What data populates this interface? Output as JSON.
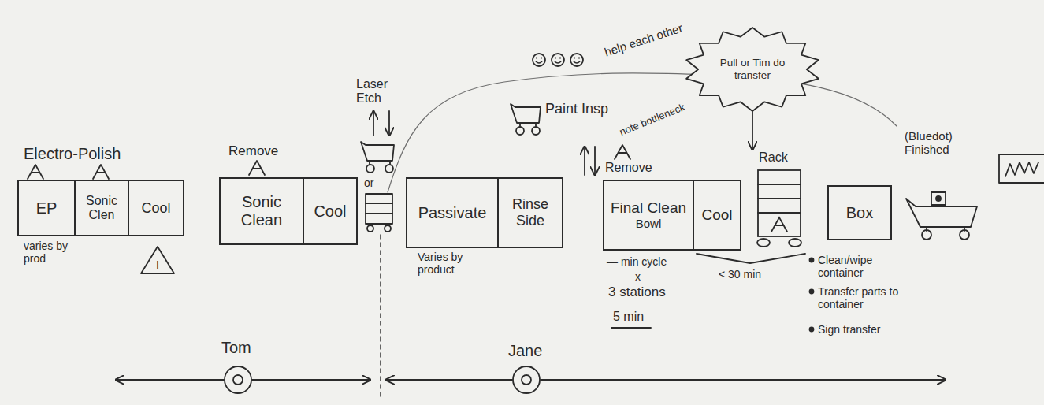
{
  "diagram": {
    "nodes": [
      {
        "text": [
          "EP"
        ]
      },
      {
        "text": [
          "Sonic Clen"
        ]
      },
      {
        "text": [
          "Cool"
        ]
      },
      {
        "text": [
          "I"
        ]
      },
      {
        "text": [
          "Sonic Clean"
        ]
      },
      {
        "text": [
          "Cool"
        ]
      },
      {
        "text": [
          "Passivate"
        ]
      },
      {
        "text": [
          "Rinse Side"
        ]
      },
      {
        "text": [
          "Final Clean",
          "Bowl"
        ]
      },
      {
        "text": [
          "Cool"
        ]
      },
      {
        "text": [
          "Pull or Tim do transfer"
        ]
      },
      {
        "text": [
          "Rack"
        ]
      },
      {
        "text": [
          "Box"
        ]
      }
    ],
    "edges": [
      {
        "from": 10,
        "to": 11,
        "arrow": "to"
      }
    ],
    "labels": [
      "Electro-Polish",
      "varies by prod",
      "Remove",
      "Laser Etch",
      "or",
      "Varies by product",
      "Paint Insp",
      "note bottleneck",
      "Remove",
      "help each other",
      "— min cycle",
      "x",
      "3 stations",
      "5 min",
      "< 30 min",
      "(Bluedot) Finished",
      "Clean/wipe container",
      "Transfer parts to container",
      "Sign transfer",
      "Tom",
      "Jane"
    ]
  }
}
